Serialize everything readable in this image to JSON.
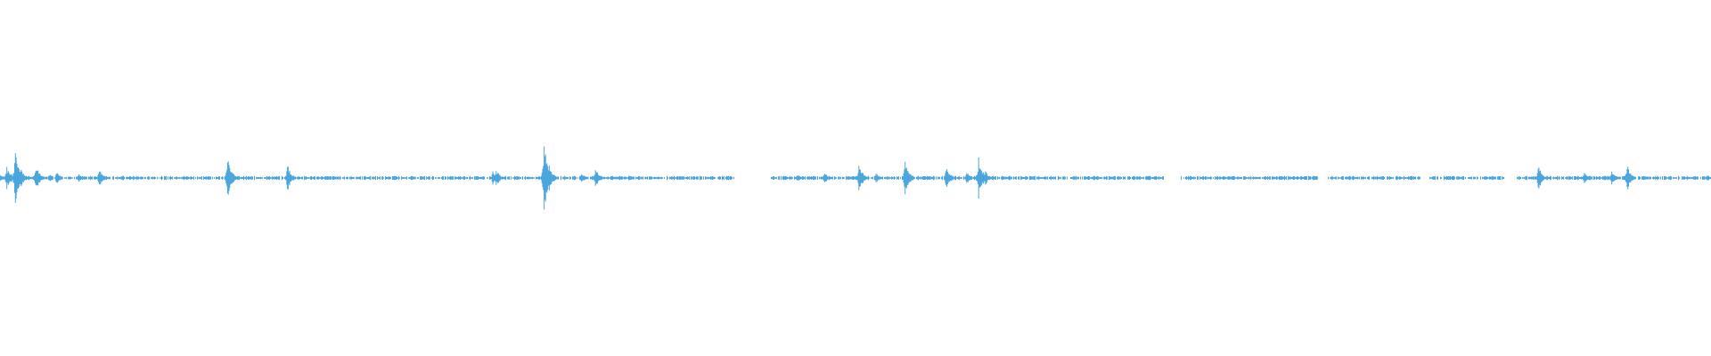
{
  "waveform": {
    "color": "#4aa6dc",
    "spikes": [
      {
        "t": 0.0,
        "amp": 0.012
      },
      {
        "t": 0.004,
        "amp": 0.035
      },
      {
        "t": 0.009,
        "amp": 0.09
      },
      {
        "t": 0.012,
        "amp": 0.03
      },
      {
        "t": 0.021,
        "amp": 0.04
      },
      {
        "t": 0.029,
        "amp": 0.012
      },
      {
        "t": 0.033,
        "amp": 0.018
      },
      {
        "t": 0.046,
        "amp": 0.012
      },
      {
        "t": 0.058,
        "amp": 0.03
      },
      {
        "t": 0.133,
        "amp": 0.065
      },
      {
        "t": 0.168,
        "amp": 0.04
      },
      {
        "t": 0.288,
        "amp": 0.02
      },
      {
        "t": 0.29,
        "amp": 0.025
      },
      {
        "t": 0.318,
        "amp": 0.11
      },
      {
        "t": 0.321,
        "amp": 0.04
      },
      {
        "t": 0.34,
        "amp": 0.016
      },
      {
        "t": 0.348,
        "amp": 0.03
      },
      {
        "t": 0.466,
        "amp": 0.012
      },
      {
        "t": 0.482,
        "amp": 0.018
      },
      {
        "t": 0.502,
        "amp": 0.045
      },
      {
        "t": 0.512,
        "amp": 0.015
      },
      {
        "t": 0.529,
        "amp": 0.055
      },
      {
        "t": 0.553,
        "amp": 0.035
      },
      {
        "t": 0.565,
        "amp": 0.018
      },
      {
        "t": 0.572,
        "amp": 0.06
      },
      {
        "t": 0.576,
        "amp": 0.02
      },
      {
        "t": 0.899,
        "amp": 0.04
      },
      {
        "t": 0.926,
        "amp": 0.02
      },
      {
        "t": 0.942,
        "amp": 0.018
      },
      {
        "t": 0.951,
        "amp": 0.04
      },
      {
        "t": 0.998,
        "amp": 0.008
      }
    ],
    "noise_amp": 0.004,
    "gaps": [
      [
        0.429,
        0.45
      ],
      [
        0.68,
        0.689
      ],
      [
        0.77,
        0.776
      ],
      [
        0.83,
        0.835
      ],
      [
        0.879,
        0.886
      ]
    ]
  }
}
